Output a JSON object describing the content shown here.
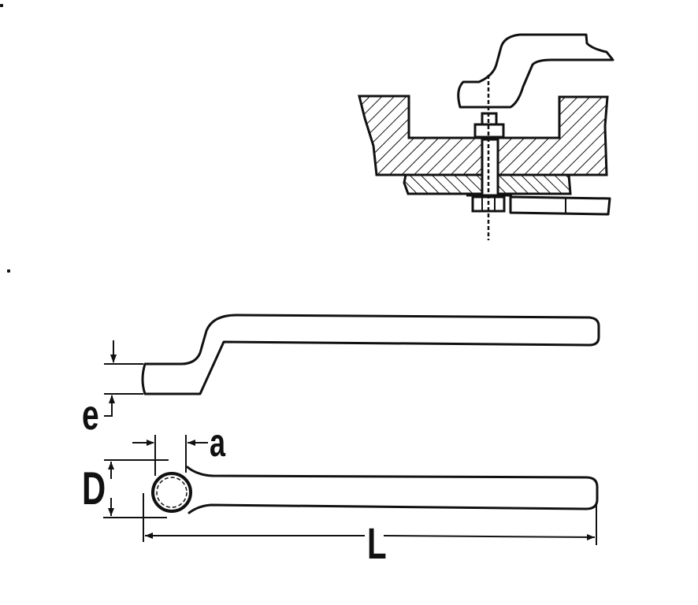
{
  "diagram": {
    "subject": "offset box-end (ring) wrench",
    "views": [
      {
        "name": "usage-illustration",
        "description": "wrench reaching over flange to tighten nut on bolt through hatched plates"
      },
      {
        "name": "side-view",
        "description": "offset profile of wrench"
      },
      {
        "name": "top-view",
        "description": "12-point ring end and straight handle"
      }
    ],
    "dimension_labels": {
      "e": "e",
      "a": "a",
      "D": "D",
      "L": "L"
    },
    "colors": {
      "line": "#111111",
      "background": "#ffffff"
    }
  }
}
